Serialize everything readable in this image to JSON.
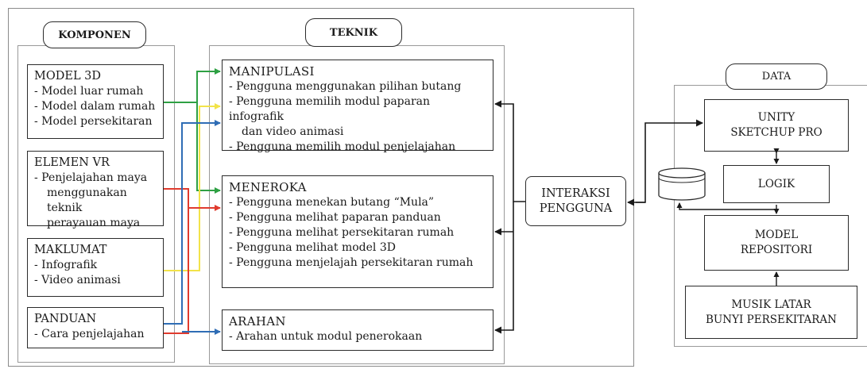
{
  "komponen": {
    "title": "KOMPONEN",
    "model3d": {
      "title": "MODEL 3D",
      "items": [
        "- Model luar rumah",
        "- Model dalam rumah",
        "- Model persekitaran"
      ]
    },
    "elemen": {
      "title": "ELEMEN VR",
      "lines": [
        "- Penjelajahan maya",
        "menggunakan teknik",
        "perayauan maya"
      ]
    },
    "maklumat": {
      "title": "MAKLUMAT",
      "items": [
        "- Infografik",
        "- Video animasi"
      ]
    },
    "panduan": {
      "title": "PANDUAN",
      "items": [
        "- Cara penjelajahan"
      ]
    }
  },
  "teknik": {
    "title": "TEKNIK",
    "manipulasi": {
      "title": "MANIPULASI",
      "lines": [
        "- Pengguna menggunakan pilihan butang",
        "- Pengguna memilih modul paparan infografik",
        "dan video animasi",
        "- Pengguna memilih modul penjelajahan"
      ]
    },
    "meneroka": {
      "title": "MENEROKA",
      "items": [
        "- Pengguna menekan butang “Mula”",
        "- Pengguna melihat paparan panduan",
        "- Pengguna melihat persekitaran rumah",
        "- Pengguna melihat model 3D",
        "- Pengguna menjelajah persekitaran rumah"
      ]
    },
    "arahan": {
      "title": "ARAHAN",
      "items": [
        "- Arahan untuk modul penerokaan"
      ]
    }
  },
  "interaksi": {
    "line1": "INTERAKSI",
    "line2": "PENGGUNA"
  },
  "data": {
    "title": "DATA",
    "unity": {
      "line1": "UNITY",
      "line2": "SKETCHUP PRO"
    },
    "logik": "LOGIK",
    "model": {
      "line1": "MODEL",
      "line2": "REPOSITORI"
    },
    "musik": {
      "line1": "MUSIK LATAR",
      "line2": "BUNYI PERSEKITARAN"
    }
  },
  "colors": {
    "green": "#2ea043",
    "red": "#e03b2e",
    "blue": "#2f6db5",
    "yellow": "#f2e34a",
    "black": "#1a1a1a"
  }
}
